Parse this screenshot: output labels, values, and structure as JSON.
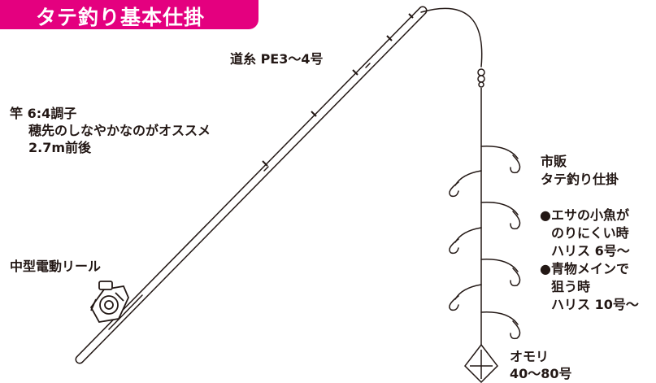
{
  "title": "タテ釣り基本仕掛",
  "line_label": "道糸 PE3～4号",
  "rod": {
    "line1": "竿 6:4調子",
    "line2": "穂先のしなやかなのがオススメ",
    "line3": "2.7m前後"
  },
  "reel_label": "中型電動リール",
  "rig": {
    "line1": "市販",
    "line2": "タテ釣り仕掛"
  },
  "notes": [
    "●エサの小魚が",
    "のりにくい時",
    "ハリス 6号～",
    "●青物メインで",
    "狙う時",
    "ハリス 10号～"
  ],
  "sinker": {
    "line1": "オモリ",
    "line2": "40～80号"
  },
  "colors": {
    "banner": "#e4007f",
    "ink": "#231815"
  }
}
